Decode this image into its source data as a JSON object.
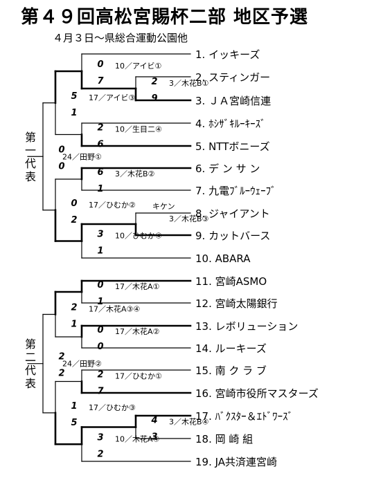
{
  "title": "第４９回高松宮賜杯二部 地区予選",
  "subtitle": "４月３日～県総合運動公園他",
  "blocks": [
    {
      "label_chars": [
        "第",
        "一",
        "代",
        "表"
      ]
    },
    {
      "label_chars": [
        "第",
        "二",
        "代",
        "表"
      ]
    }
  ],
  "teams": [
    "1. イッキーズ",
    "2. スティンガー",
    "3. ＪＡ宮崎信連",
    "4. ﾎｼｻﾞｷﾙｰｷｰｽﾞ",
    "5. NTTボニーズ",
    "6. デ ン サ ン",
    "7. 九電ﾌﾞﾙｰｳｪｰﾌﾞ",
    "8. ジャイアント",
    "9. カットバース",
    "10. ABARA",
    "11. 宮崎ASMO",
    "12. 宮崎太陽銀行",
    "13. レボリューション",
    "14. ルーキーズ",
    "15. 南 ク ラ ブ",
    "16. 宮崎市役所マスターズ",
    "17. ﾊﾞｸｽﾀｰ＆ｴﾄﾞﾜｰｽﾞ",
    "18. 岡  崎  組",
    "19. JA共済連宮崎"
  ],
  "matches": {
    "A1": {
      "info": "3／木花B①",
      "score_top": "2",
      "score_bottom": "9"
    },
    "A2": {
      "info": "10／アイビ①",
      "score_top": "0",
      "score_bottom": "7"
    },
    "A3": {
      "info": "10／生目二④",
      "score_top": "2",
      "score_bottom": "6"
    },
    "A4": {
      "info": "17／アイビ③",
      "score_top": "5",
      "score_bottom": "1"
    },
    "A5": {
      "info": "3／木花B③",
      "score_top": "",
      "score_bottom": "",
      "note": "キケン"
    },
    "A6": {
      "info": "10／ひむか④",
      "score_top": "3",
      "score_bottom": "1"
    },
    "A7": {
      "info": "3／木花B②",
      "score_top": "6",
      "score_bottom": "1"
    },
    "A8": {
      "info": "17／ひむか②",
      "score_top": "0",
      "score_bottom": "2"
    },
    "A9": {
      "info": "24／田野①",
      "score_top": "0",
      "score_bottom": "0"
    },
    "B1": {
      "info": "17／木花A①",
      "score_top": "0",
      "score_bottom": "1"
    },
    "B2": {
      "info": "17／木花A②",
      "score_top": "0",
      "score_bottom": "0"
    },
    "B3": {
      "info": "17／木花A③④",
      "score_top": "2",
      "score_bottom": "1"
    },
    "B4": {
      "info": "17／ひむか①",
      "score_top": "2",
      "score_bottom": "7"
    },
    "B5": {
      "info": "3／木花B④",
      "score_top": "4",
      "score_bottom": "3"
    },
    "B6": {
      "info": "10／木花A④",
      "score_top": "3",
      "score_bottom": "2"
    },
    "B7": {
      "info": "17／ひむか③",
      "score_top": "1",
      "score_bottom": "5"
    },
    "B8": {
      "info": "24／田野②",
      "score_top": "2",
      "score_bottom": "2"
    }
  }
}
